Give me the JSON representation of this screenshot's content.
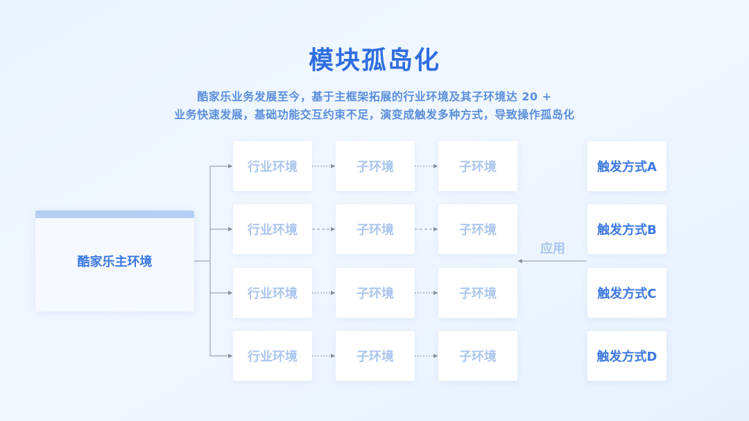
{
  "title": "模块孤岛化",
  "subtitle": {
    "line1": "酷家乐业务发展至今，基于主框架拓展的行业环境及其子环境达 20 +",
    "line2": "业务快速发展，基础功能交互约束不足，演变成触发多种方式，导致操作孤岛化"
  },
  "main_env": {
    "label": "酷家乐主环境"
  },
  "rows": [
    {
      "industry": "行业环境",
      "sub1": "子环境",
      "sub2": "子环境"
    },
    {
      "industry": "行业环境",
      "sub1": "子环境",
      "sub2": "子环境"
    },
    {
      "industry": "行业环境",
      "sub1": "子环境",
      "sub2": "子环境"
    },
    {
      "industry": "行业环境",
      "sub1": "子环境",
      "sub2": "子环境"
    }
  ],
  "triggers": [
    "触发方式A",
    "触发方式B",
    "触发方式C",
    "触发方式D"
  ],
  "apply_label": "应用",
  "colors": {
    "accent": "#2f6ee0",
    "subtitle": "#5b8fdc",
    "muted_box_text": "#a9c5ee",
    "connector": "#8a8f99"
  }
}
